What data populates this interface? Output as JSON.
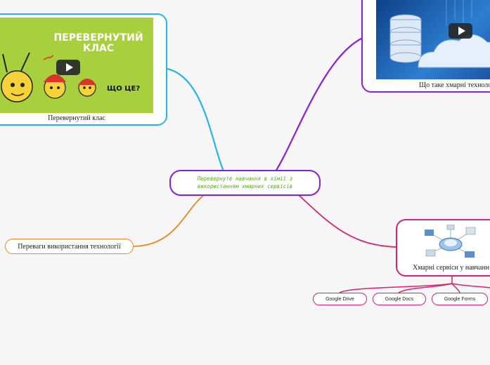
{
  "central": {
    "line1": "Перевернуте навчання в хімії з",
    "line2": "використанням хмарних сервісів"
  },
  "nodes": {
    "flipped_class": {
      "caption": "Перевернутий клас",
      "thumb_title_line1": "ПЕРЕВЕРНУТИЙ",
      "thumb_title_line2": "КЛАС",
      "thumb_question": "ЩО ЦЕ?",
      "border_color": "#25b5e8"
    },
    "cloud_tech": {
      "caption": "Що таке хмарні техноло",
      "border_color": "#8a1fd6"
    },
    "advantages": {
      "label": "Переваги використання технології",
      "border_color": "#f0861c"
    },
    "cloud_services": {
      "caption": "Хмарні сервіси у навчанн",
      "border_color": "#d8246f",
      "children": [
        "Google Drive",
        "Google Docs",
        "Google Forms"
      ]
    }
  },
  "colors": {
    "background": "#f6f6f6",
    "branch_blue": "#25b5e8",
    "branch_purple": "#8a1fd6",
    "branch_orange": "#f0861c",
    "branch_pink": "#d8246f",
    "central_text": "#5bac1c",
    "thumb_green": "#a8cf3e",
    "thumb_blue": "#1f5fae"
  },
  "icons": [
    "play-icon",
    "cloud-network-icon",
    "server-cloud-image",
    "cartoon-characters-image"
  ]
}
